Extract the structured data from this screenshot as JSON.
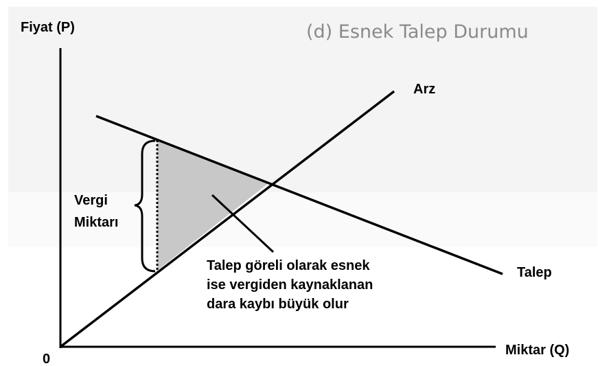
{
  "title": "(d) Esnek Talep Durumu",
  "axes": {
    "y_label": "Fiyat (P)",
    "x_label": "Miktar (Q)",
    "origin_label": "0"
  },
  "curves": {
    "supply_label": "Arz",
    "demand_label": "Talep"
  },
  "brace_label": {
    "line1": "Vergi",
    "line2": "Miktarı"
  },
  "annotation": {
    "line1": "Talep göreli olarak esnek",
    "line2": "ise vergiden kaynaklanan",
    "line3": "dara kaybı büyük olur"
  },
  "colors": {
    "line": "#000000",
    "deadweight_fill": "#c8c8c8",
    "title": "#8a8a8a"
  }
}
